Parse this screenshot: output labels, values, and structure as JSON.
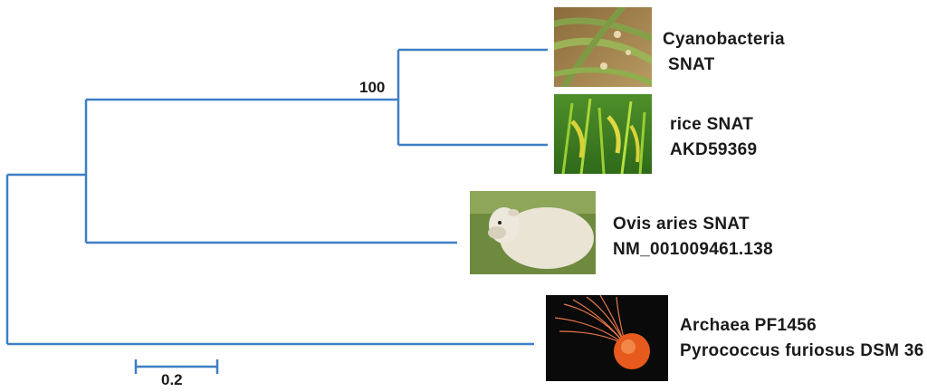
{
  "bootstrap_value": "100",
  "scale_bar_label": "0.2",
  "taxa": [
    {
      "line1": "Cyanobacteria",
      "line2": "SNAT",
      "image": "cyanobacteria-filaments-image"
    },
    {
      "line1": "rice SNAT",
      "line2": "AKD59369",
      "image": "rice-plants-image"
    },
    {
      "line1": "Ovis aries SNAT",
      "line2": "NM_001009461.138",
      "image": "sheep-image"
    },
    {
      "line1": "Archaea PF1456",
      "line2": "Pyrococcus furiosus DSM 36",
      "image": "archaea-cell-image"
    }
  ],
  "colors": {
    "branch": "#3f7ec4"
  }
}
